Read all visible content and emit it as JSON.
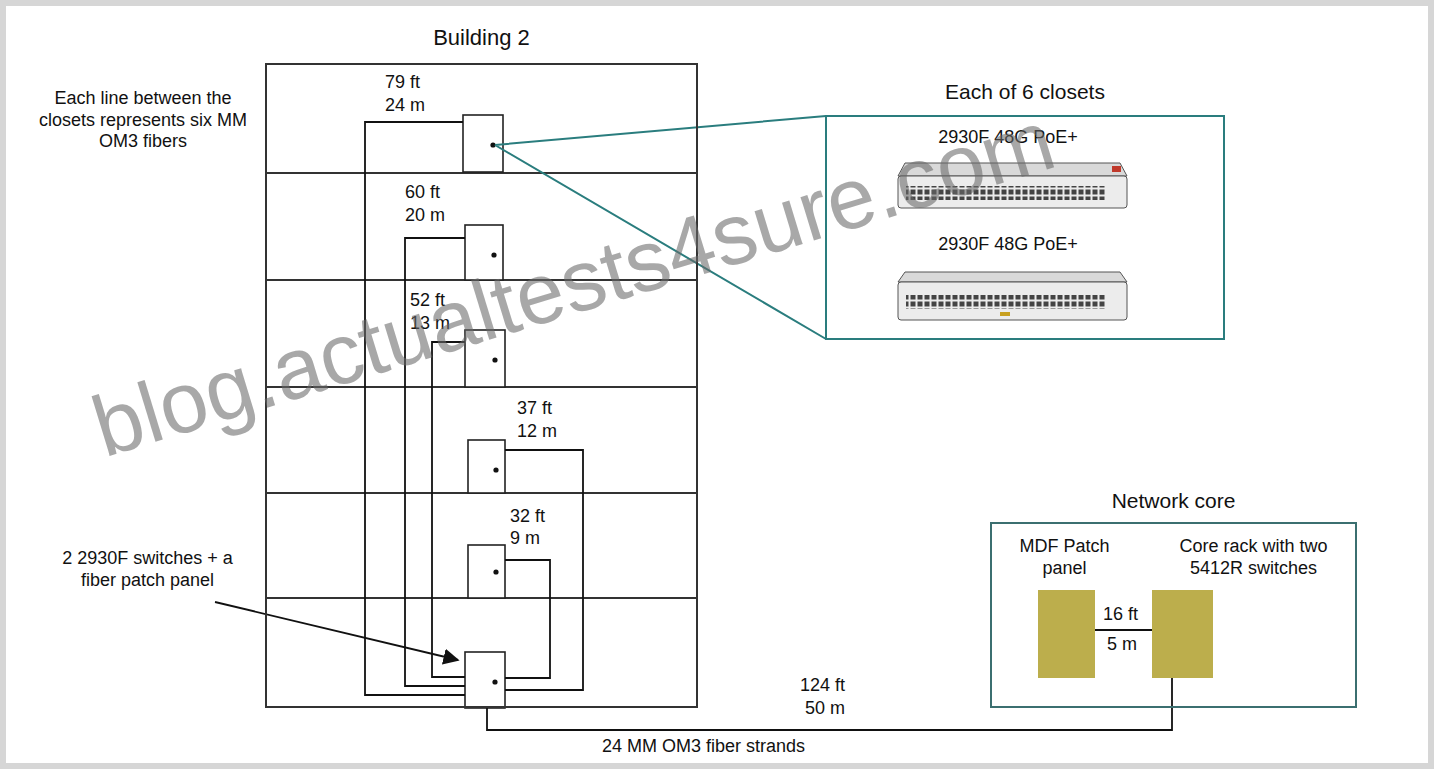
{
  "diagram": {
    "nodes": [
      {
        "text": [
          "Building 2"
        ]
      },
      {
        "text": [
          "Each of 6 closets"
        ]
      },
      {
        "text": [
          "2930F 48G PoE+"
        ],
        "in": 1
      },
      {
        "text": [
          "2930F 48G PoE+"
        ],
        "in": 1
      },
      {
        "text": [
          "Network core"
        ]
      },
      {
        "text": [
          "MDF Patch panel"
        ],
        "in": 4
      },
      {
        "text": [
          "Core rack with two 5412R switches"
        ],
        "in": 4
      }
    ],
    "edges": [
      {
        "from": 0,
        "to": 6,
        "arrow": "none"
      },
      {
        "from": 5,
        "to": 6,
        "arrow": "none"
      }
    ],
    "labels": [
      "Each line between the closets represents six MM OM3 fibers",
      "79 ft",
      "24 m",
      "60 ft",
      "20 m",
      "52 ft",
      "13 m",
      "37 ft",
      "12 m",
      "32 ft",
      "9 m",
      "2 2930F switches + a fiber patch panel",
      "124 ft",
      "50 m",
      "24 MM OM3 fiber strands",
      "16 ft",
      "5 m",
      "blog.actualtests4sure.com"
    ]
  }
}
